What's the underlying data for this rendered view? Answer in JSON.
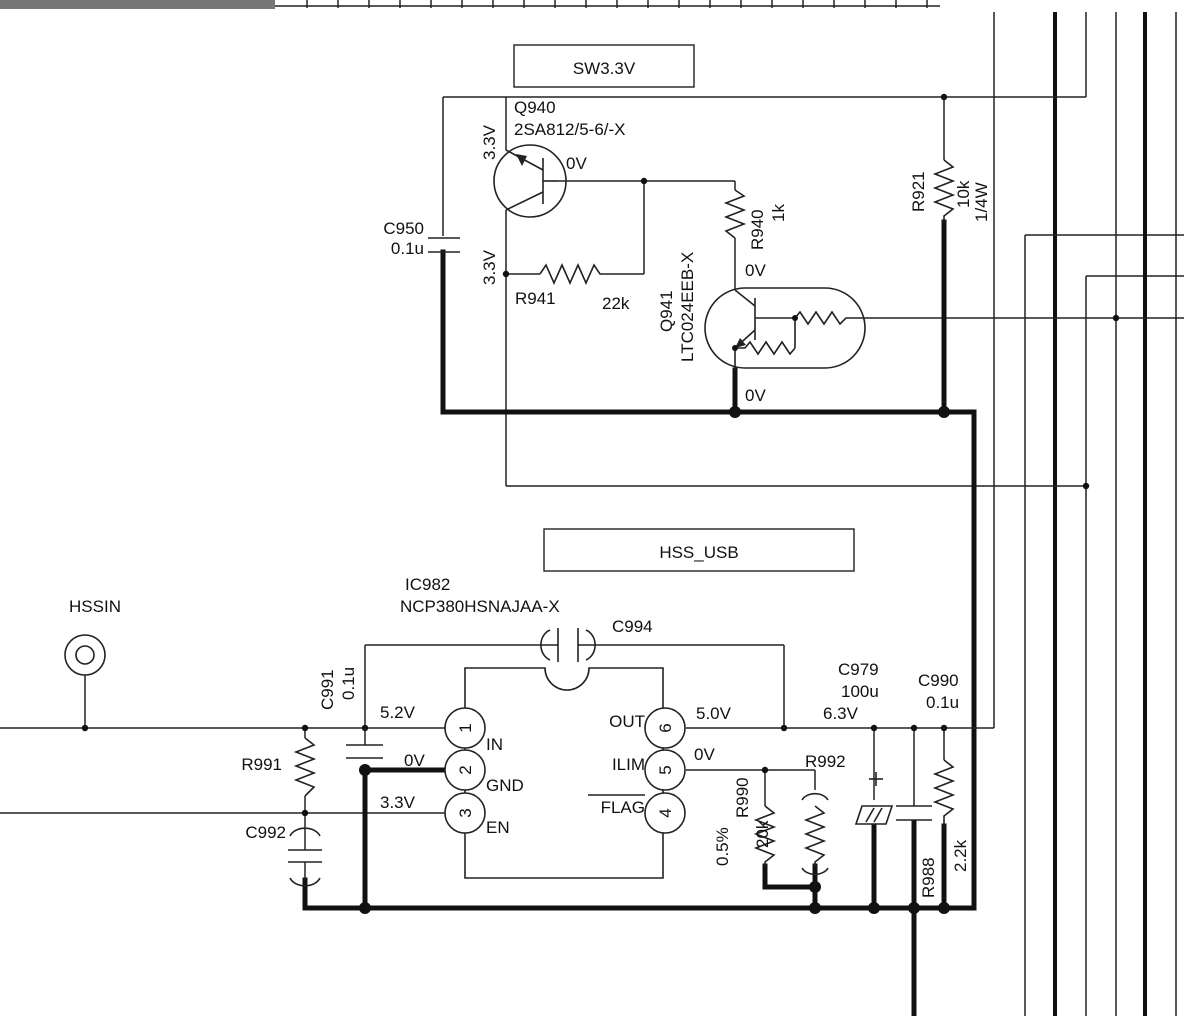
{
  "nets": {
    "sw33": "SW3.3V",
    "hss_usb": "HSS_USB",
    "hssin": "HSSIN"
  },
  "q940": {
    "ref": "Q940",
    "part": "2SA812/5-6/-X",
    "v_e": "3.3V",
    "v_b": "3.3V",
    "v_c": "0V"
  },
  "c950": {
    "ref": "C950",
    "val": "0.1u"
  },
  "r941": {
    "ref": "R941",
    "val": "22k"
  },
  "r940": {
    "ref": "R940",
    "val": "1k"
  },
  "q941": {
    "ref": "Q941",
    "part": "LTC024EEB-X",
    "v_c": "0V",
    "v_e": "0V"
  },
  "r921": {
    "ref": "R921",
    "val": "10k",
    "pwr": "1/4W"
  },
  "ic982": {
    "ref": "IC982",
    "part": "NCP380HSNAJAA-X",
    "pins": [
      {
        "num": "1",
        "name": "IN",
        "volt": "5.2V"
      },
      {
        "num": "2",
        "name": "GND",
        "volt": "0V"
      },
      {
        "num": "3",
        "name": "EN",
        "volt": "3.3V"
      },
      {
        "num": "6",
        "name": "OUT",
        "volt": "5.0V"
      },
      {
        "num": "5",
        "name": "ILIM",
        "volt": "0V"
      },
      {
        "num": "4",
        "name": "FLAG",
        "volt": ""
      }
    ]
  },
  "c994": {
    "ref": "C994"
  },
  "c991": {
    "ref": "C991",
    "val": "0.1u"
  },
  "r991": {
    "ref": "R991"
  },
  "c992": {
    "ref": "C992"
  },
  "c979": {
    "ref": "C979",
    "val": "100u",
    "volt": "6.3V"
  },
  "c990": {
    "ref": "C990",
    "val": "0.1u"
  },
  "r992": {
    "ref": "R992"
  },
  "r990": {
    "ref": "R990",
    "val": "20k",
    "tol": "0.5%"
  },
  "r988": {
    "ref": "R988",
    "val": "2.2k"
  }
}
